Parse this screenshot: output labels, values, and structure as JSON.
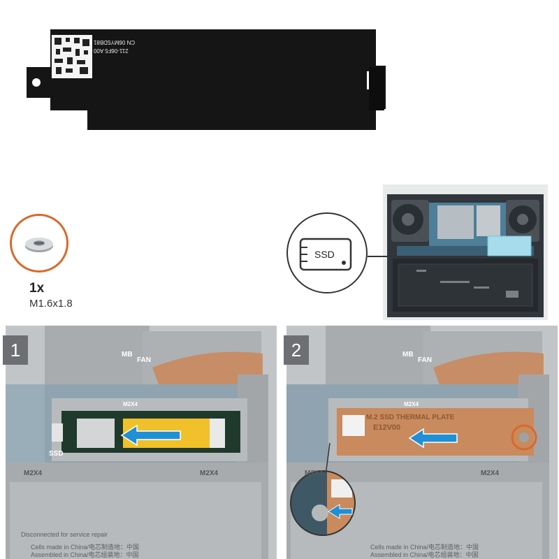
{
  "plate": {
    "label_line1": "CN 06MY5DB81",
    "label_line2": "211-06F5 A00"
  },
  "screw": {
    "quantity": "1x",
    "spec": "M1.6x1.8"
  },
  "locator": {
    "callout_text": "SSD"
  },
  "steps": [
    {
      "number": "1",
      "labels": {
        "mb": "MB",
        "fan": "FAN",
        "ssd": "SSD",
        "m2x4_left": "M2X4",
        "m2x4_right": "M2X4",
        "m2x4_small": "M2X4",
        "disconnect": "Disconnected for service repair",
        "cells_line1": "Cells made in China/电芯制造地：中国",
        "cells_line2": "Assembled in China/电芯组装地：中国"
      }
    },
    {
      "number": "2",
      "labels": {
        "mb": "MB",
        "fan": "FAN",
        "m2x4_left": "M2X4",
        "m2x4_right": "M2X4",
        "m2x4_small": "M2X4",
        "plate_text1": "M.2 SSD THERMAL PLATE",
        "plate_text2": "E12V00",
        "cells_line1": "Cells made in China/电芯制造地：中国",
        "cells_line2": "Assembled in China/电芯组装地：中国"
      }
    }
  ],
  "colors": {
    "accent_orange": "#d9692b",
    "arrow_blue": "#1f8fd6",
    "copper": "#c98a5d"
  }
}
